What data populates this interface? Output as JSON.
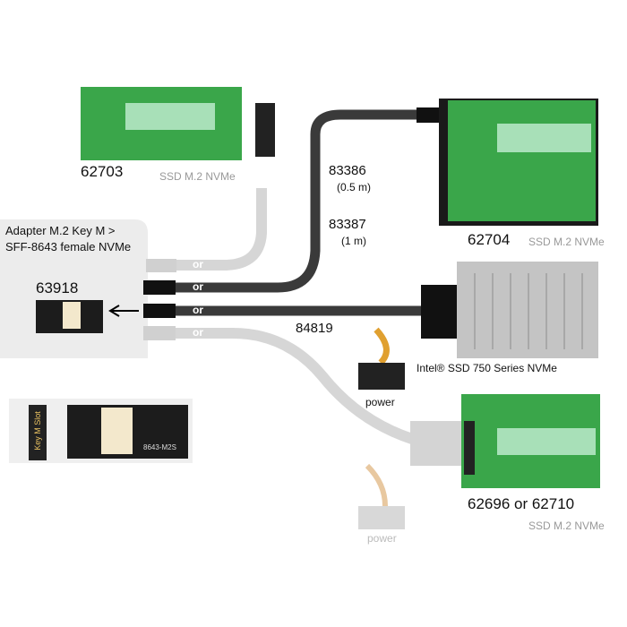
{
  "products": {
    "p62703": {
      "code": "62703",
      "caption": "SSD M.2 NVMe"
    },
    "p62704": {
      "code": "62704",
      "caption": "SSD M.2 NVMe"
    },
    "p62696": {
      "code": "62696 or 62710",
      "caption": "SSD M.2 NVMe"
    },
    "intel": {
      "caption": "Intel® SSD 750 Series NVMe"
    },
    "adapter": {
      "title_line1": "Adapter M.2 Key M >",
      "title_line2": "SFF-8643 female NVMe",
      "code": "63918",
      "slot_label": "Key M Slot",
      "board_text": "8643-M2S"
    }
  },
  "cables": {
    "c83386": {
      "code": "83386",
      "length": "(0.5 m)"
    },
    "c83387": {
      "code": "83387",
      "length": "(1 m)"
    },
    "c84819": {
      "code": "84819"
    }
  },
  "or_labels": [
    "or",
    "or",
    "or",
    "or"
  ],
  "power_labels": [
    "power",
    "power"
  ],
  "colors": {
    "pcb_green": "#3aa64a",
    "cable_dark": "#3a3a3a",
    "cable_ghost": "#d6d6d6",
    "panel_gray": "#ececec"
  }
}
